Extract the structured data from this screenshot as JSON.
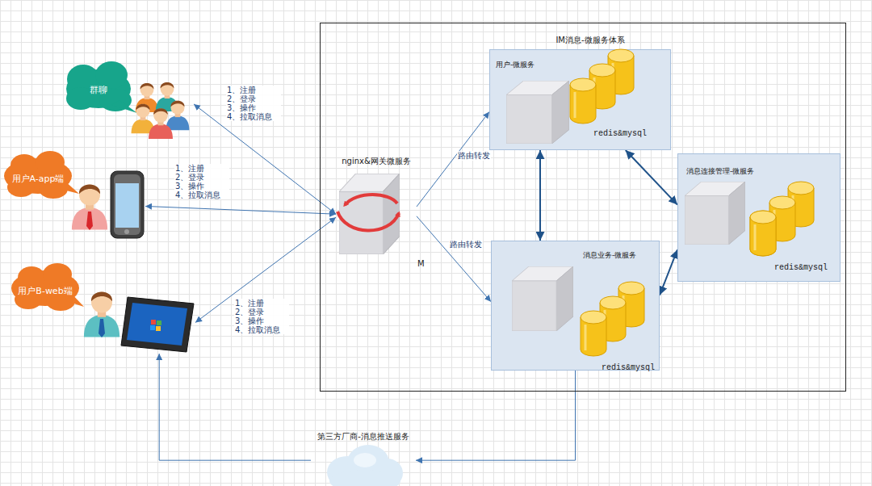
{
  "diagram": {
    "nodes": [
      {
        "text": [
          "群聊"
        ]
      },
      {
        "text": [
          "用户A-app端"
        ]
      },
      {
        "text": [
          "用户B-web端"
        ]
      },
      {
        "text": [
          "IM消息-微服务体系"
        ]
      },
      {
        "text": [
          "nginx&网关微服务"
        ],
        "in": 3
      },
      {
        "text": [
          "用户-微服务",
          "redis&mysql"
        ],
        "in": 3
      },
      {
        "text": [
          "消息连接管理-微服务",
          "redis&mysql"
        ],
        "in": 3
      },
      {
        "text": [
          "消息业务-微服务",
          "redis&mysql"
        ],
        "in": 3
      },
      {
        "text": [
          "第三方厂商-消息推送服务"
        ]
      }
    ],
    "edges": [
      {
        "from": 4,
        "to": 0,
        "arrow": "both",
        "label": "1、注册 2、登录 3、操作 4、拉取消息"
      },
      {
        "from": 4,
        "to": 1,
        "arrow": "both",
        "label": "1、注册 2、登录 3、操作 4、拉取消息"
      },
      {
        "from": 4,
        "to": 2,
        "arrow": "both",
        "label": "1、注册 2、登录 3、操作 4、拉取消息"
      },
      {
        "from": 4,
        "to": 5,
        "arrow": "to",
        "label": "路由转发"
      },
      {
        "from": 4,
        "to": 7,
        "arrow": "to",
        "label": "路由转发"
      },
      {
        "from": 5,
        "to": 7,
        "arrow": "both"
      },
      {
        "from": 5,
        "to": 6,
        "arrow": "both"
      },
      {
        "from": 6,
        "to": 7,
        "arrow": "both"
      },
      {
        "from": 7,
        "to": 8,
        "arrow": "to"
      },
      {
        "from": 8,
        "to": 2,
        "arrow": "to"
      }
    ],
    "labels": [
      "M"
    ]
  }
}
